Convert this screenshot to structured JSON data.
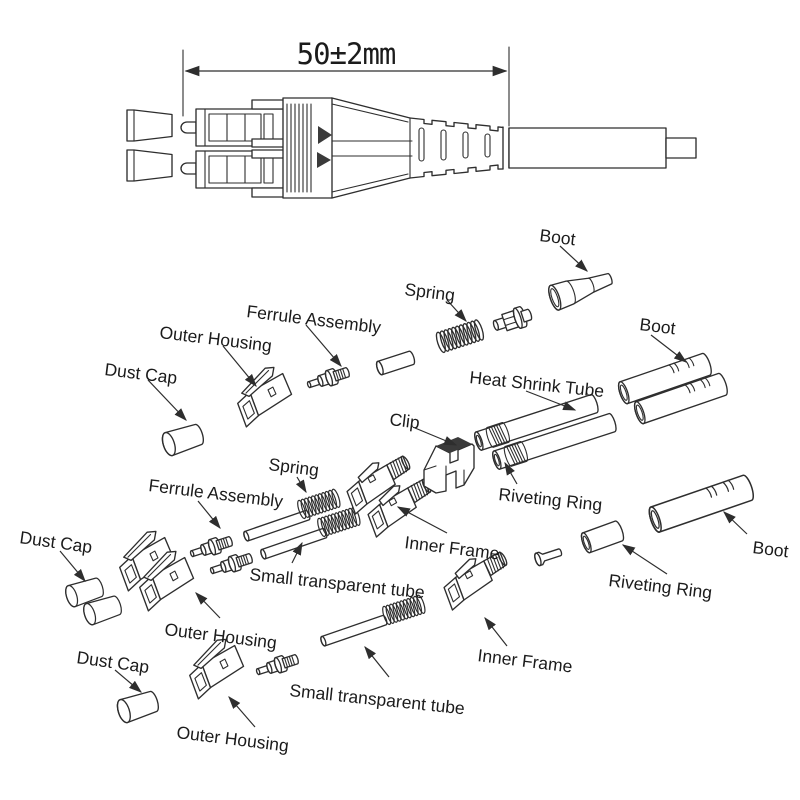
{
  "colors": {
    "line": "#2e2e2e",
    "text": "#1b1b1b",
    "background": "#ffffff"
  },
  "dimension": {
    "text": "50±2mm"
  },
  "callouts": {
    "boot_1": "Boot",
    "boot_2": "Boot",
    "boot_3": "Boot",
    "spring_1": "Spring",
    "spring_2": "Spring",
    "ferrule_assembly_1": "Ferrule Assembly",
    "ferrule_assembly_2": "Ferrule Assembly",
    "outer_housing_1": "Outer Housing",
    "outer_housing_2": "Outer Housing",
    "outer_housing_3": "Outer Housing",
    "dust_cap_1": "Dust Cap",
    "dust_cap_2": "Dust Cap",
    "dust_cap_3": "Dust Cap",
    "heat_shrink_tube": "Heat Shrink Tube",
    "clip": "Clip",
    "riveting_ring_1": "Riveting Ring",
    "riveting_ring_2": "Riveting Ring",
    "inner_frame_1": "Inner Frame",
    "inner_frame_2": "Inner Frame",
    "small_transparent_tube_1": "Small transparent tube",
    "small_transparent_tube_2": "Small transparent tube"
  }
}
